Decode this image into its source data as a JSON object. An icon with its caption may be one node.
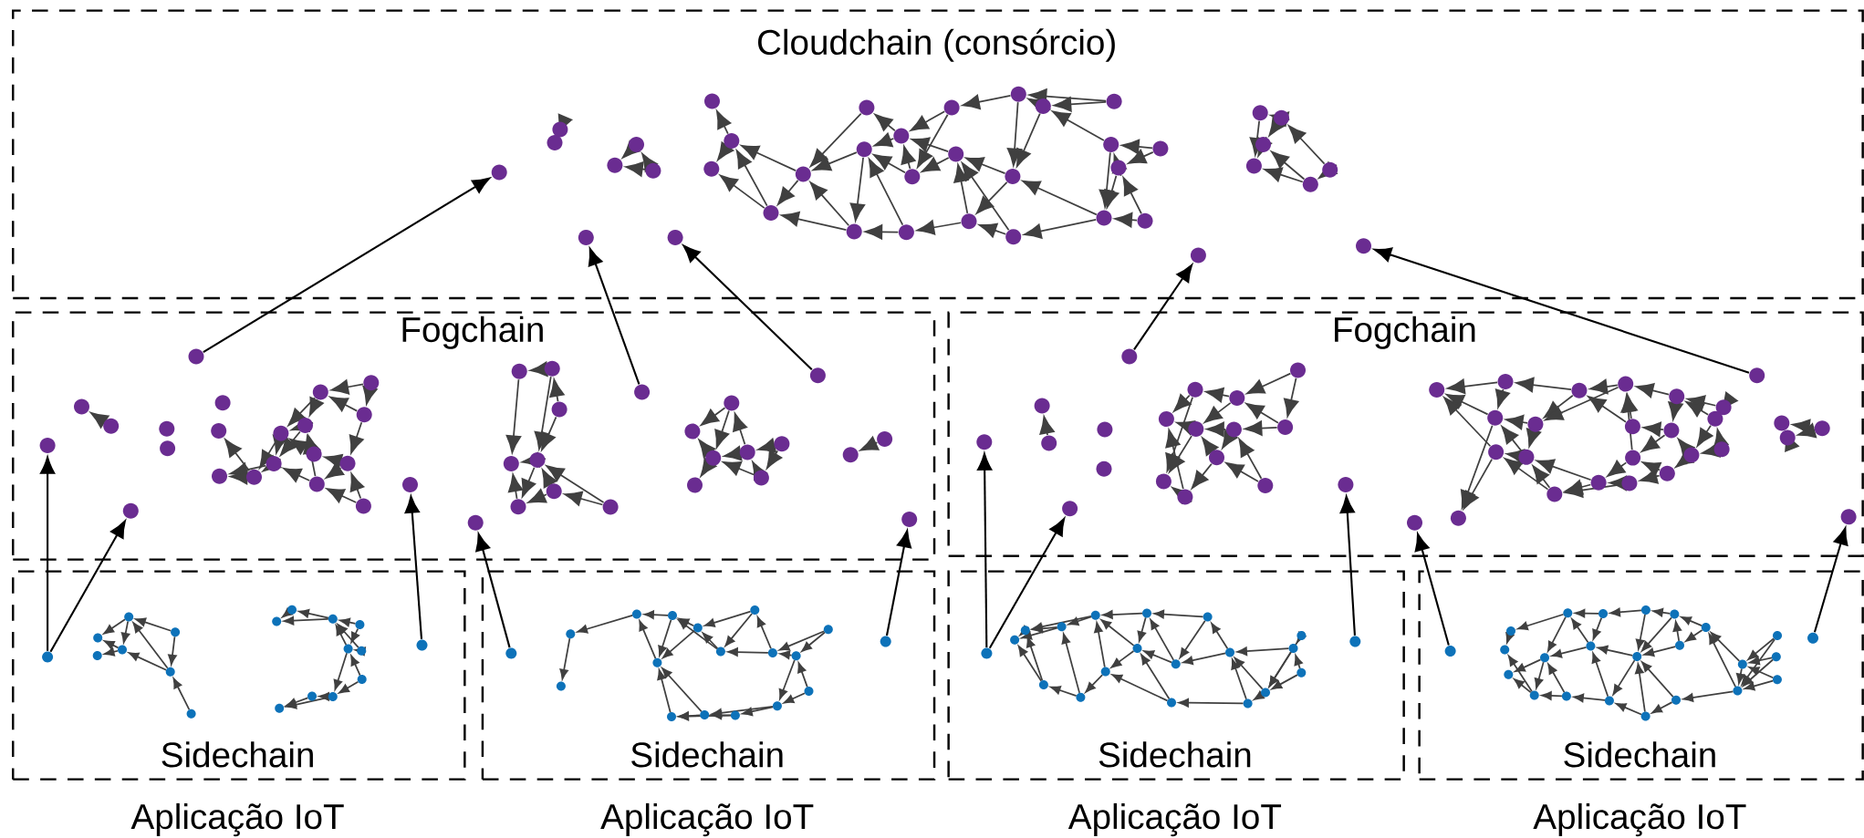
{
  "diagram": {
    "nodes": [
      {
        "text": [
          "Cloudchain (consórcio)"
        ]
      },
      {
        "text": [],
        "shape": "circle",
        "in": 0
      },
      {
        "text": [],
        "shape": "circle",
        "in": 0
      },
      {
        "text": [],
        "shape": "circle",
        "in": 0
      },
      {
        "text": [],
        "shape": "circle",
        "in": 0
      },
      {
        "text": [],
        "shape": "circle",
        "in": 0
      },
      {
        "text": [
          "Fogchain"
        ]
      },
      {
        "text": [],
        "shape": "circle",
        "in": 6
      },
      {
        "text": [],
        "shape": "circle",
        "in": 6
      },
      {
        "text": [],
        "shape": "circle",
        "in": 6
      },
      {
        "text": [],
        "shape": "circle",
        "in": 6
      },
      {
        "text": [],
        "shape": "circle",
        "in": 6
      },
      {
        "text": [],
        "shape": "circle",
        "in": 6
      },
      {
        "text": [],
        "shape": "circle",
        "in": 6
      },
      {
        "text": [],
        "shape": "circle",
        "in": 6
      },
      {
        "text": [
          "Fogchain"
        ]
      },
      {
        "text": [],
        "shape": "circle",
        "in": 15
      },
      {
        "text": [],
        "shape": "circle",
        "in": 15
      },
      {
        "text": [],
        "shape": "circle",
        "in": 15
      },
      {
        "text": [],
        "shape": "circle",
        "in": 15
      },
      {
        "text": [],
        "shape": "circle",
        "in": 15
      },
      {
        "text": [],
        "shape": "circle",
        "in": 15
      },
      {
        "text": [],
        "shape": "circle",
        "in": 15
      },
      {
        "text": [
          "Sidechain"
        ],
        "beside": [
          "Aplicação IoT"
        ]
      },
      {
        "text": [],
        "shape": "circle",
        "in": 23
      },
      {
        "text": [],
        "shape": "circle",
        "in": 23
      },
      {
        "text": [
          "Sidechain"
        ],
        "beside": [
          "Aplicação IoT"
        ]
      },
      {
        "text": [],
        "shape": "circle",
        "in": 26
      },
      {
        "text": [],
        "shape": "circle",
        "in": 26
      },
      {
        "text": [
          "Sidechain"
        ],
        "beside": [
          "Aplicação IoT"
        ]
      },
      {
        "text": [],
        "shape": "circle",
        "in": 29
      },
      {
        "text": [],
        "shape": "circle",
        "in": 29
      },
      {
        "text": [
          "Sidechain"
        ],
        "beside": [
          "Aplicação IoT"
        ]
      },
      {
        "text": [],
        "shape": "circle",
        "in": 32
      },
      {
        "text": [],
        "shape": "circle",
        "in": 32
      }
    ],
    "edges": [
      {
        "from": 7,
        "to": 1,
        "arrow": "to"
      },
      {
        "from": 8,
        "to": 2,
        "arrow": "to"
      },
      {
        "from": 9,
        "to": 3,
        "arrow": "to"
      },
      {
        "from": 16,
        "to": 4,
        "arrow": "to"
      },
      {
        "from": 17,
        "to": 5,
        "arrow": "to"
      },
      {
        "from": 24,
        "to": 10,
        "arrow": "to"
      },
      {
        "from": 24,
        "to": 11,
        "arrow": "to"
      },
      {
        "from": 25,
        "to": 12,
        "arrow": "to"
      },
      {
        "from": 27,
        "to": 13,
        "arrow": "to"
      },
      {
        "from": 28,
        "to": 14,
        "arrow": "to"
      },
      {
        "from": 30,
        "to": 18,
        "arrow": "to"
      },
      {
        "from": 30,
        "to": 19,
        "arrow": "to"
      },
      {
        "from": 31,
        "to": 20,
        "arrow": "to"
      },
      {
        "from": 33,
        "to": 21,
        "arrow": "to"
      },
      {
        "from": 34,
        "to": 22,
        "arrow": "to"
      }
    ]
  }
}
